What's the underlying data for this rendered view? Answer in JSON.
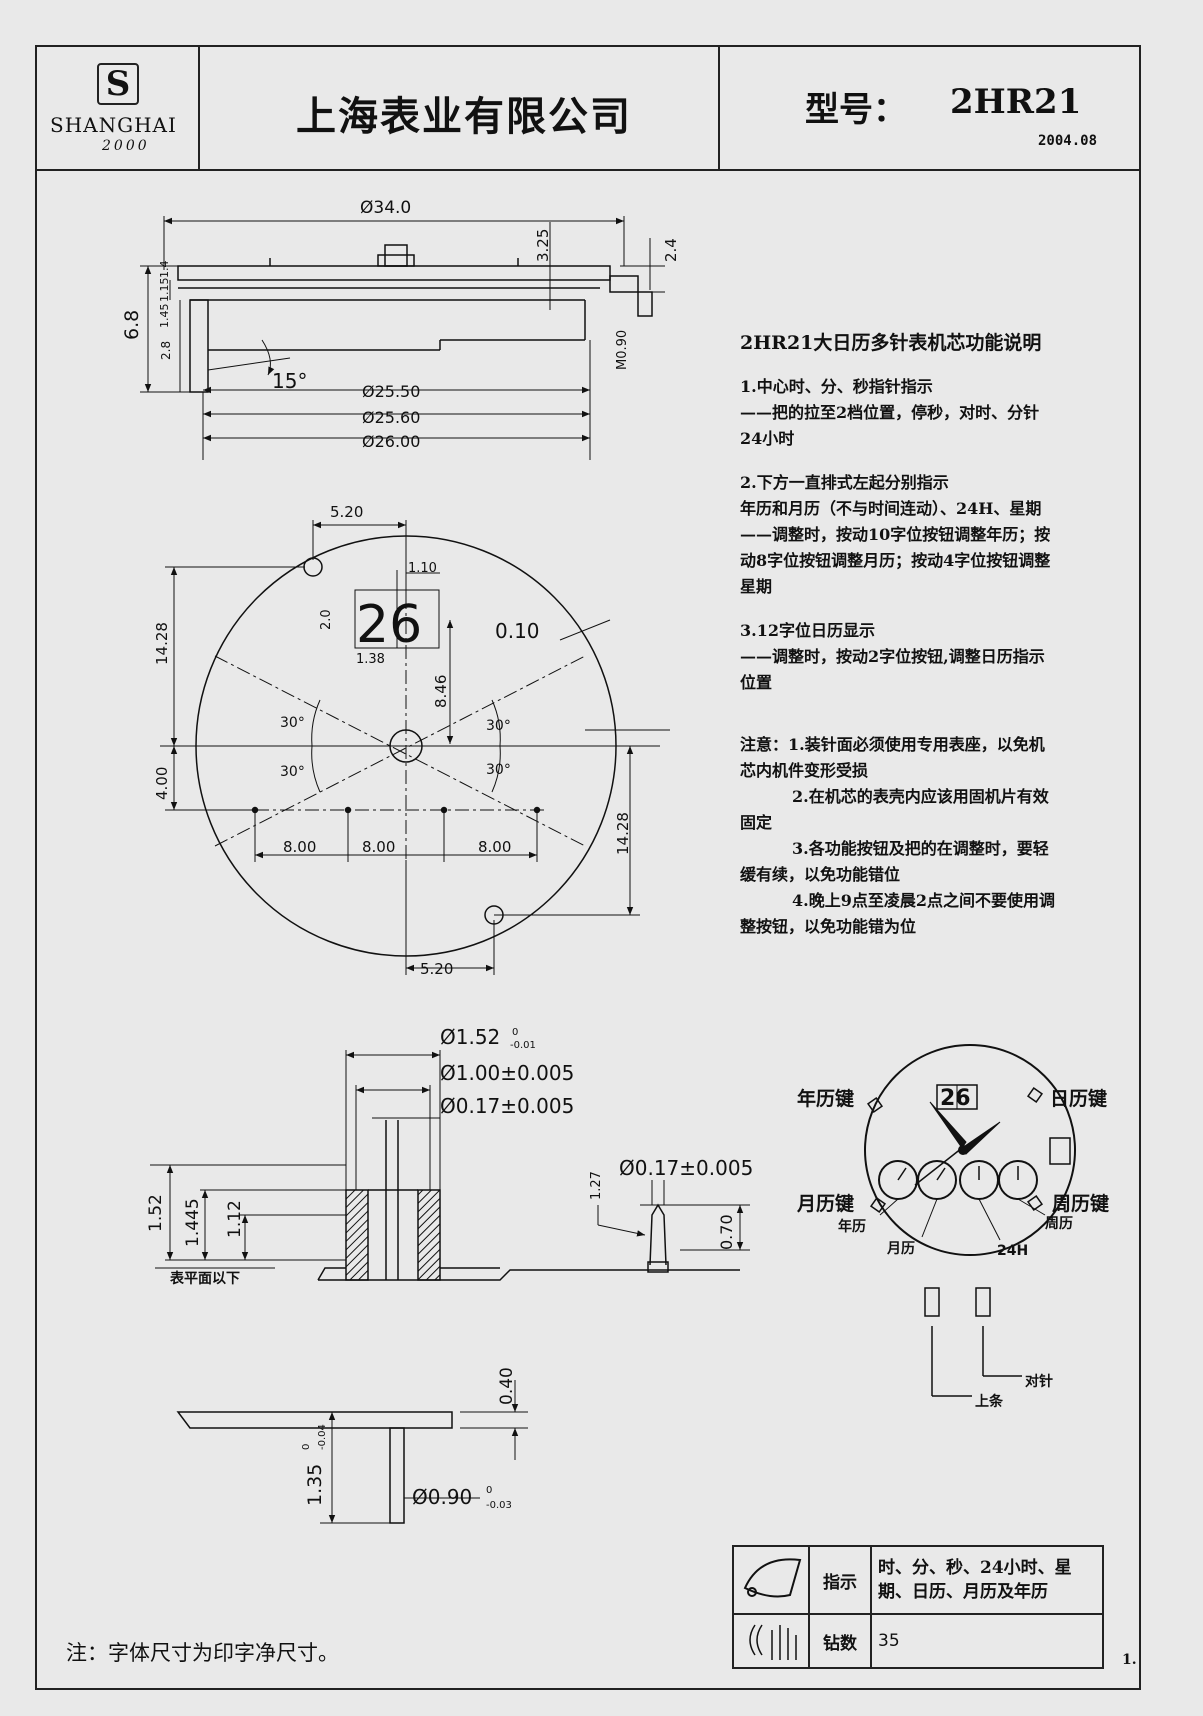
{
  "header": {
    "logo_letter": "S",
    "brand_name": "SHANGHAI",
    "brand_sub": "2000",
    "company": "上海表业有限公司",
    "model_label": "型号：",
    "model": "2HR21",
    "date": "2004.08"
  },
  "drawing1": {
    "dia_34": "Ø34.0",
    "dim_325": "3.25",
    "dim_24": "2.4",
    "dim_68": "6.8",
    "dim_145": "1.45",
    "dim_115": "1.15",
    "dim_14": "1.4",
    "dim_28": "2.8",
    "dim_m090": "M0.90",
    "angle_15": "15°",
    "dia_2550": "Ø25.50",
    "dia_2560": "Ø25.60",
    "dia_2600": "Ø26.00"
  },
  "drawing2": {
    "dim_520_top": "5.20",
    "dim_110": "1.10",
    "dim_20": "2.0",
    "date_digits": "26",
    "dim_138": "1.38",
    "dim_010": "0.10",
    "dim_1428_left": "14.28",
    "dim_846": "8.46",
    "angle_30_a": "30°",
    "angle_30_b": "30°",
    "angle_30_c": "30°",
    "angle_30_d": "30°",
    "dim_400": "4.00",
    "dim_800_a": "8.00",
    "dim_800_b": "8.00",
    "dim_800_c": "8.00",
    "dim_1428_right": "14.28",
    "dim_520_bottom": "5.20"
  },
  "drawing3": {
    "dia_152": "Ø1.52",
    "tol_152_up": "0",
    "tol_152_low": "-0.01",
    "dia_100": "Ø1.00±0.005",
    "dia_017": "Ø0.17±0.005",
    "dim_152": "1.52",
    "dim_1445": "1.445",
    "dim_112": "1.12",
    "below_surface": "表平面以下",
    "dia_017b": "Ø0.17±0.005",
    "dim_127": "1.27",
    "dim_070": "0.70"
  },
  "drawing4": {
    "dim_040": "0.40",
    "dim_135": "1.35",
    "tol_135_up": "0",
    "tol_135_low": "-0.04",
    "dia_090": "Ø0.90",
    "tol_090_up": "0",
    "tol_090_low": "-0.03"
  },
  "dial": {
    "date_digits": "26",
    "year_key": "年历键",
    "day_key": "日历键",
    "month_key": "月历键",
    "week_key": "周历键",
    "year": "年历",
    "month": "月历",
    "h24": "24H",
    "week": "周历",
    "set_hands": "对针",
    "wind": "上条"
  },
  "notes": {
    "title": "2HR21大日历多针表机芯功能说明",
    "s1_title": "1.中心时、分、秒指针指示",
    "s1_l1": "——把的拉至2档位置，停秒，对时、分针",
    "s1_l2": "24小时",
    "s2_title": "2.下方一直排式左起分别指示",
    "s2_l1": "年历和月历（不与时间连动）、24H、星期",
    "s2_l2": "——调整时，按动10字位按钮调整年历；按",
    "s2_l3": "动8字位按钮调整月历；按动4字位按钮调整",
    "s2_l4": "星期",
    "s3_title": "3.12字位日历显示",
    "s3_l1": "——调整时，按动2字位按钮,调整日历指示",
    "s3_l2": "位置",
    "n1": "注意：1.装针面必须使用专用表座，以免机",
    "n1b": "芯内机件变形受损",
    "n2": "2.在机芯的表壳内应该用固机片有效",
    "n2b": "固定",
    "n3": "3.各功能按钮及把的在调整时，要轻",
    "n3b": "缓有续，以免功能错位",
    "n4": "4.晚上9点至凌晨2点之间不要使用调",
    "n4b": "整按钮，以免功能错为位"
  },
  "footer": {
    "note": "注：字体尺寸为印字净尺寸。",
    "indication_label": "指示",
    "indication_value_1": "时、分、秒、24小时、星",
    "indication_value_2": "期、日历、月历及年历",
    "jewels_label": "钻数",
    "jewels_value": "35",
    "page": "1."
  }
}
